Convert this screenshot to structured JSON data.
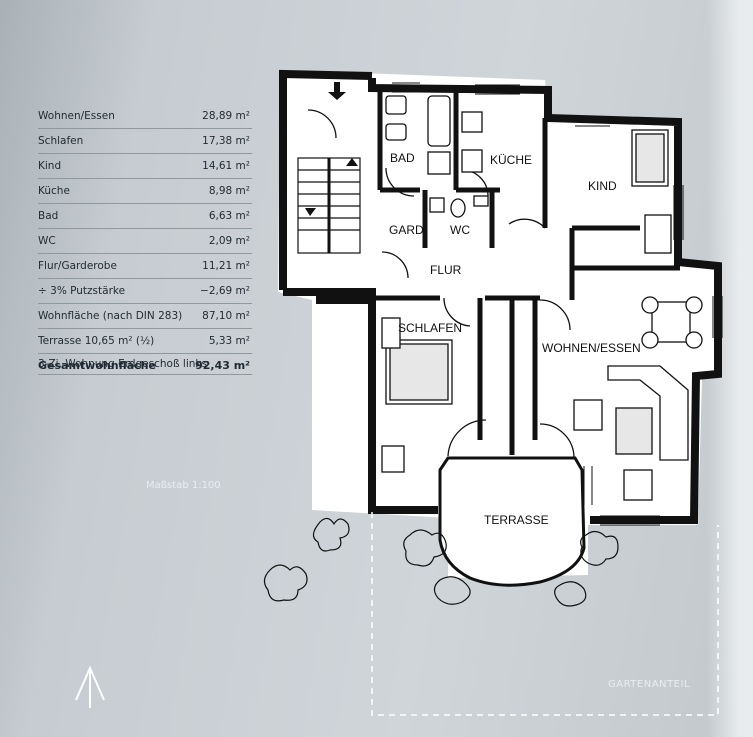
{
  "area_table": {
    "rows": [
      {
        "label": "Wohnen/Essen",
        "value": "28,89 m²"
      },
      {
        "label": "Schlafen",
        "value": "17,38 m²"
      },
      {
        "label": "Kind",
        "value": "14,61 m²"
      },
      {
        "label": "Küche",
        "value": "8,98 m²"
      },
      {
        "label": "Bad",
        "value": "6,63 m²"
      },
      {
        "label": "WC",
        "value": "2,09 m²"
      },
      {
        "label": "Flur/Garderobe",
        "value": "11,21 m²"
      },
      {
        "label": "÷ 3% Putzstärke",
        "value": "−2,69 m²"
      },
      {
        "label": "Wohnfläche (nach DIN 283)",
        "value": "87,10 m²"
      },
      {
        "label": "Terrasse 10,65 m² (½)",
        "value": "5,33 m²"
      }
    ],
    "total": {
      "label": "Gesamtwohnfläche",
      "value": "92,43 m²"
    },
    "subtitle": "3-Zi.-Wohnung Erdgeschoß links"
  },
  "scale_note": "Maßstab 1:100",
  "garden_note": "GARTENANTEIL",
  "rooms": {
    "bad": "BAD",
    "kueche": "KÜCHE",
    "kind": "KIND",
    "gard": "GARD.",
    "wc": "WC",
    "flur": "FLUR",
    "schlafen": "SCHLAFEN",
    "wohnen": "WOHNEN/ESSEN",
    "terrasse": "TERRASSE"
  },
  "colors": {
    "wall": "#111111",
    "background": "#c4cbd0",
    "paper": "#ffffff"
  }
}
